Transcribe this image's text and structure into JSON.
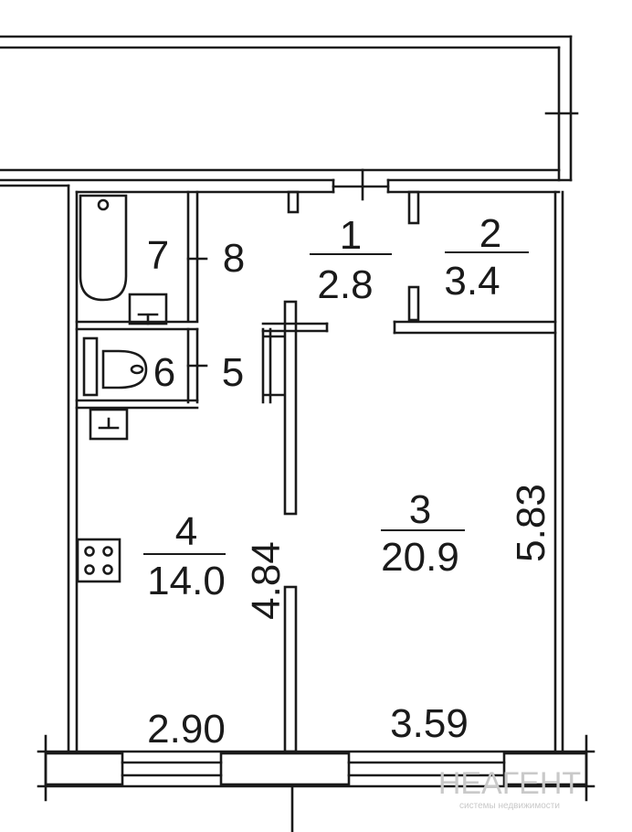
{
  "rooms": [
    {
      "number": "1",
      "area": "2.8"
    },
    {
      "number": "2",
      "area": "3.4"
    },
    {
      "number": "3",
      "area": "20.9"
    },
    {
      "number": "4",
      "area": "14.0"
    },
    {
      "number": "5"
    },
    {
      "number": "6"
    },
    {
      "number": "7"
    },
    {
      "number": "8"
    }
  ],
  "dimensions": {
    "kitchen_width": "2.90",
    "living_width": "3.59",
    "kitchen_length": "4.84",
    "living_length": "5.83"
  },
  "watermark": {
    "brand": "НЕАГЕНТ",
    "tagline": "системы недвижимости"
  },
  "colors": {
    "line": "#1a1a1a",
    "background": "#ffffff",
    "watermark": "#c9c9c9"
  }
}
